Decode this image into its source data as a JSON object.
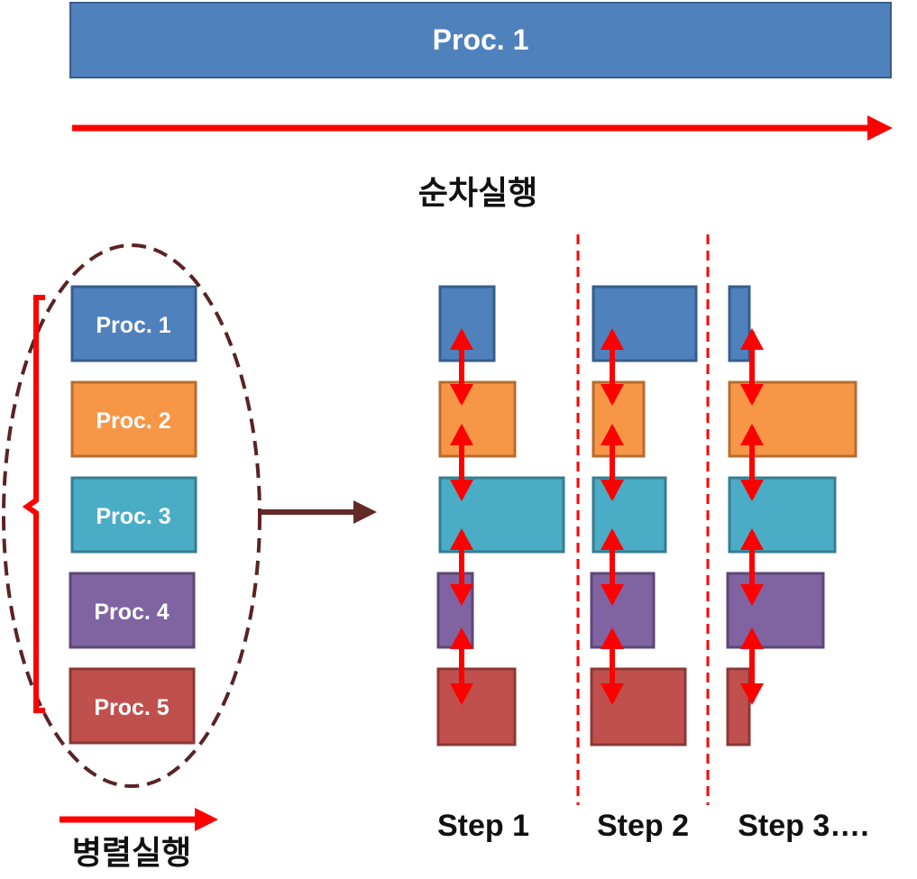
{
  "colors": {
    "blue": "#4f81bd",
    "blue_border": "#385d8a",
    "orange": "#f79646",
    "orange_border": "#b66d31",
    "teal": "#4bacc6",
    "teal_border": "#357d91",
    "purple": "#8064a2",
    "purple_border": "#5c4776",
    "red_block": "#c0504d",
    "red_block_border": "#8c3836",
    "arrow_red": "#ff0000",
    "ellipse": "#5b2323",
    "big_arrow": "#632a28"
  },
  "sequential": {
    "process_label": "Proc. 1",
    "caption": "순차실행"
  },
  "parallel": {
    "caption": "병렬실행",
    "processes": [
      "Proc. 1",
      "Proc. 2",
      "Proc. 3",
      "Proc. 4",
      "Proc. 5"
    ]
  },
  "steps": {
    "labels": [
      "Step 1",
      "Step 2",
      "Step 3…."
    ]
  }
}
